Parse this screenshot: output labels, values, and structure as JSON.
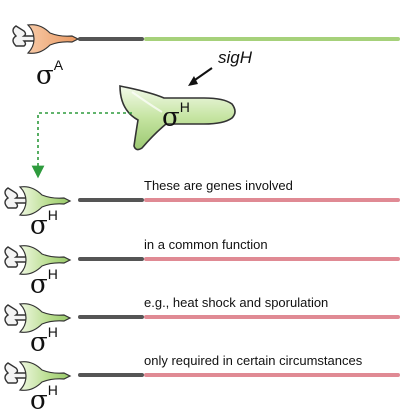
{
  "sigma_factors": {
    "housekeeping": {
      "symbol": "σ",
      "superscript": "A"
    },
    "alternative": {
      "symbol": "σ",
      "superscript": "H"
    }
  },
  "gene_label": "sigH",
  "colors": {
    "housekeeping_gene": "#a6d17a",
    "specialized_gene": "#e08a94",
    "promoter": "#555555",
    "sigma_A_body": "#f0b28a",
    "sigma_H_body": "#c9e6a6",
    "arrow": "#2e9b3d"
  },
  "rows": [
    {
      "text": "These are genes involved"
    },
    {
      "text": "in a common function"
    },
    {
      "text": "e.g., heat shock and sporulation"
    },
    {
      "text": "only required in certain circumstances"
    }
  ]
}
